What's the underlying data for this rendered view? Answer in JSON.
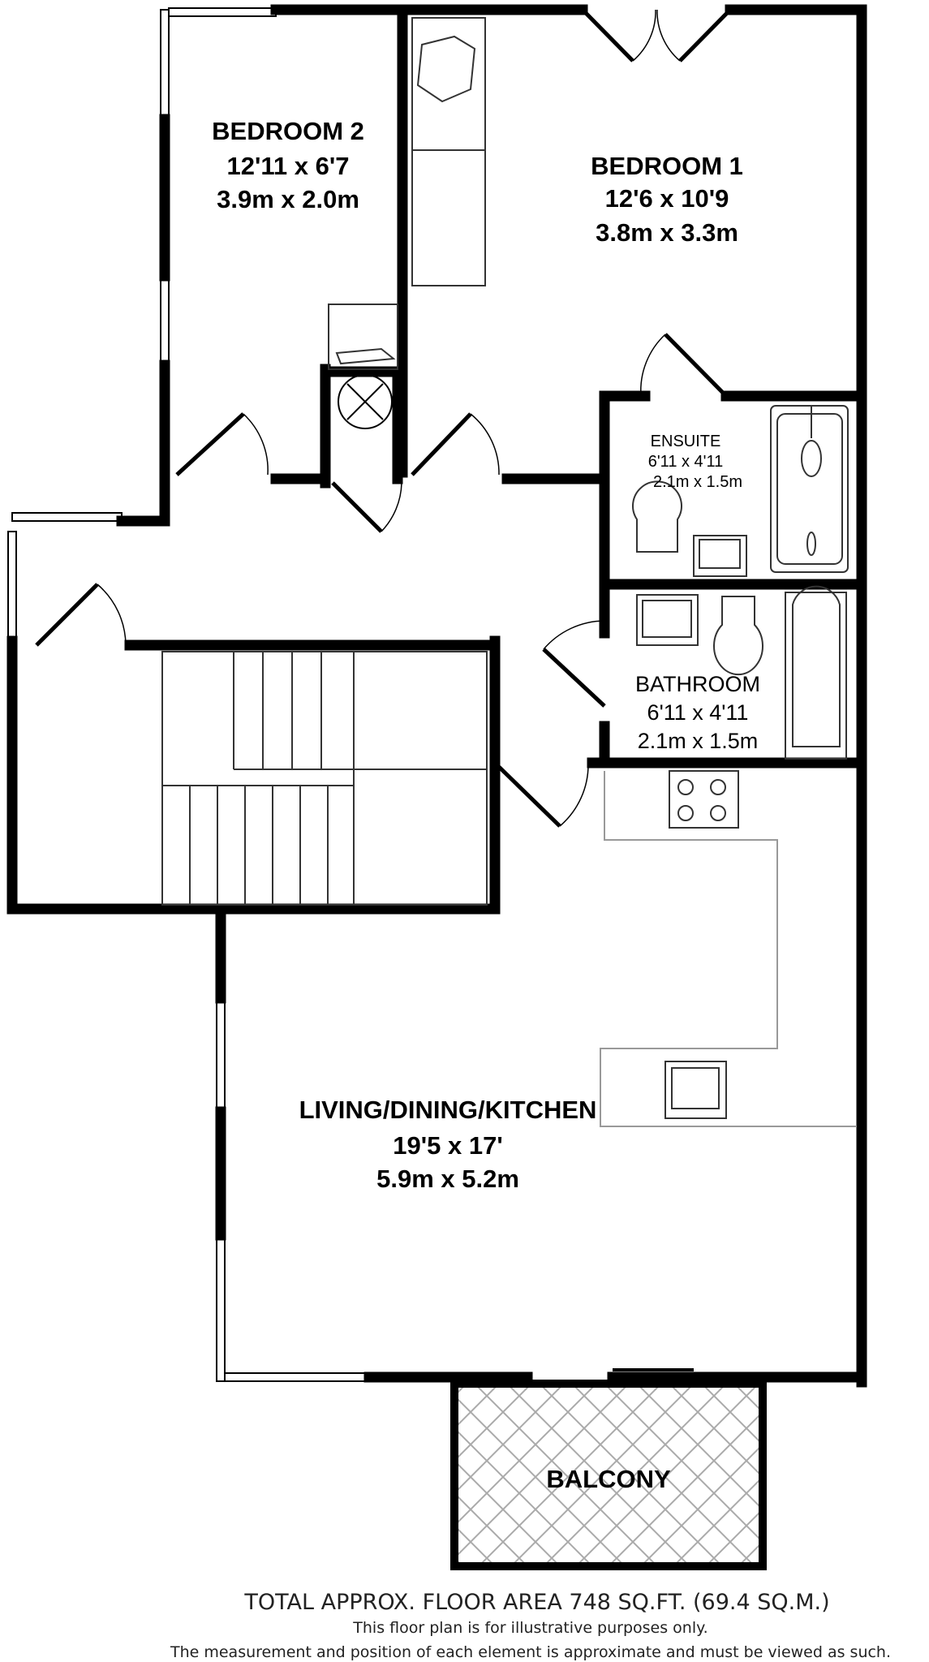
{
  "rooms": {
    "bedroom2": {
      "name": "BEDROOM 2",
      "imperial": "12'11 x 6'7",
      "metric": "3.9m x 2.0m"
    },
    "bedroom1": {
      "name": "BEDROOM 1",
      "imperial": "12'6 x 10'9",
      "metric": "3.8m x 3.3m"
    },
    "ensuite": {
      "name": "ENSUITE",
      "imperial": "6'11 x 4'11",
      "metric": "2.1m x 1.5m"
    },
    "bathroom": {
      "name": "BATHROOM",
      "imperial": "6'11 x 4'11",
      "metric": "2.1m x 1.5m"
    },
    "living": {
      "name": "LIVING/DINING/KITCHEN",
      "imperial": "19'5 x 17'",
      "metric": "5.9m x 5.2m"
    },
    "balcony": {
      "name": "BALCONY"
    }
  },
  "footer": {
    "total_area": "TOTAL APPROX. FLOOR AREA 748 SQ.FT. (69.4 SQ.M.)",
    "disclaimer_1": "This floor plan is for illustrative purposes only.",
    "disclaimer_2": "The measurement and position of each element is approximate and must be viewed as such."
  },
  "colors": {
    "wall": "#000000",
    "fixture": "#666666",
    "kitchen_line": "#999999"
  }
}
